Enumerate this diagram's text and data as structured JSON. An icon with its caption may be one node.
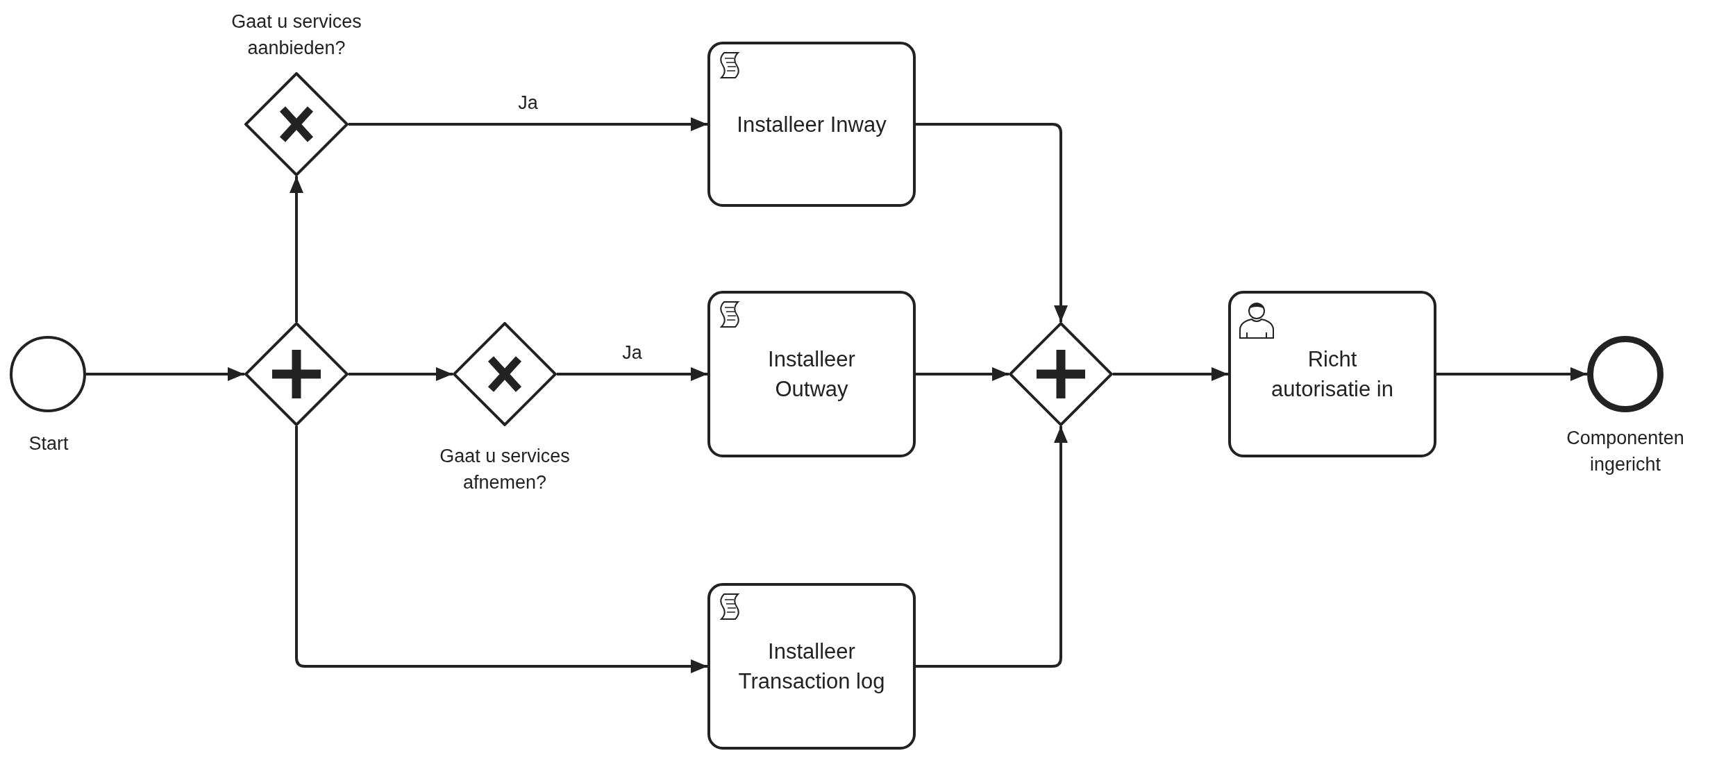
{
  "diagram": {
    "nodes": [
      {
        "text": [],
        "shape": "circle",
        "beside": [
          "Start"
        ]
      },
      {
        "text": [],
        "shape": "diamond"
      },
      {
        "text": [],
        "shape": "diamond",
        "beside": [
          "Gaat u services aanbieden?"
        ]
      },
      {
        "text": [],
        "shape": "diamond",
        "beside": [
          "Gaat u services afnemen?"
        ]
      },
      {
        "text": [
          "Installeer Inway"
        ]
      },
      {
        "text": [
          "Installeer Outway"
        ]
      },
      {
        "text": [
          "Installeer Transaction log"
        ]
      },
      {
        "text": [],
        "shape": "diamond"
      },
      {
        "text": [
          "Richt autorisatie in"
        ]
      },
      {
        "text": [],
        "shape": "circle",
        "beside": [
          "Componenten ingericht"
        ]
      }
    ],
    "edges": [
      {
        "from": 0,
        "to": 1,
        "arrow": "to"
      },
      {
        "from": 1,
        "to": 2,
        "arrow": "to"
      },
      {
        "from": 1,
        "to": 3,
        "arrow": "to"
      },
      {
        "from": 1,
        "to": 6,
        "arrow": "to"
      },
      {
        "from": 2,
        "to": 4,
        "arrow": "to",
        "label": "Ja"
      },
      {
        "from": 3,
        "to": 5,
        "arrow": "to",
        "label": "Ja"
      },
      {
        "from": 4,
        "to": 7,
        "arrow": "to"
      },
      {
        "from": 5,
        "to": 7,
        "arrow": "to"
      },
      {
        "from": 6,
        "to": 7,
        "arrow": "to"
      },
      {
        "from": 7,
        "to": 8,
        "arrow": "to"
      },
      {
        "from": 8,
        "to": 9,
        "arrow": "to"
      }
    ]
  }
}
